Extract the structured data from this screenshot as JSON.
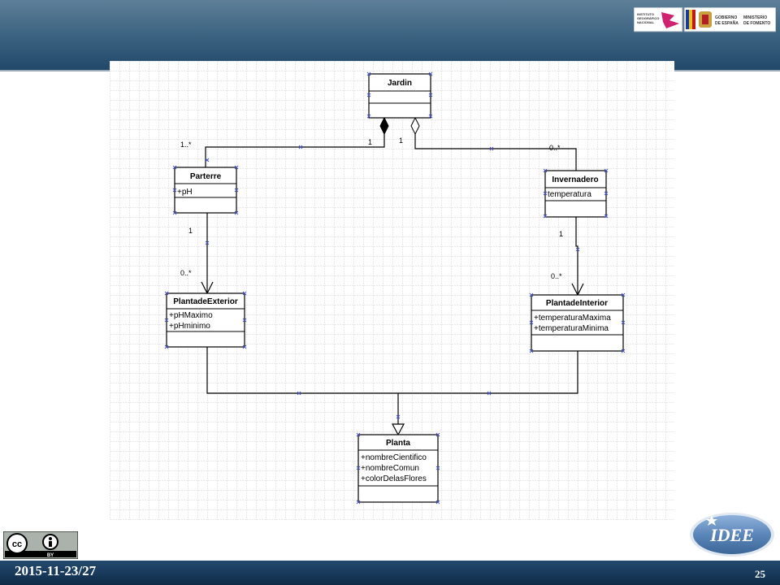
{
  "header": {
    "logo_ign_text": "INSTITUTO GEOGRÁFICO NACIONAL",
    "logo_gov_text": "GOBIERNO DE ESPAÑA",
    "logo_ministry_text": "MINISTERIO DE FOMENTO"
  },
  "diagram": {
    "classes": {
      "jardin": {
        "name": "Jardin",
        "attributes": []
      },
      "parterre": {
        "name": "Parterre",
        "attributes": [
          "+pH"
        ]
      },
      "invernadero": {
        "name": "Invernadero",
        "attributes": [
          "temperatura"
        ]
      },
      "plantade_exterior": {
        "name": "PlantadeExterior",
        "attributes": [
          "+pHMaximo",
          "+pHminimo"
        ]
      },
      "plantade_interior": {
        "name": "PlantadeInterior",
        "attributes": [
          "+temperaturaMaxima",
          "+temperaturaMinima"
        ]
      },
      "planta": {
        "name": "Planta",
        "attributes": [
          "+nombreCientifico",
          "+nombreComun",
          "+colorDelasFlores"
        ]
      }
    },
    "multiplicities": {
      "jardin_parterre_parterre_end": "1..*",
      "jardin_parterre_jardin_end": "1",
      "jardin_invernadero_jardin_end": "1",
      "jardin_invernadero_invernadero_end": "0..*",
      "parterre_exterior_parterre_end": "1",
      "parterre_exterior_exterior_end": "0..*",
      "invernadero_interior_invernadero_end": "1",
      "invernadero_interior_interior_end": "0..*"
    },
    "relations": {
      "jardin_parterre": "composition",
      "jardin_invernadero": "aggregation",
      "planta_subclasses": "generalization"
    }
  },
  "footer": {
    "date": "2015-11-23/27",
    "page_number": "25",
    "license": "BY",
    "brand": "IDEE"
  },
  "colors": {
    "header_blue": "#3f6683",
    "footer_blue": "#18395a",
    "grid": "#c8c8c8",
    "handle": "#4a58c8",
    "idee_oval": "#5b86b9"
  }
}
